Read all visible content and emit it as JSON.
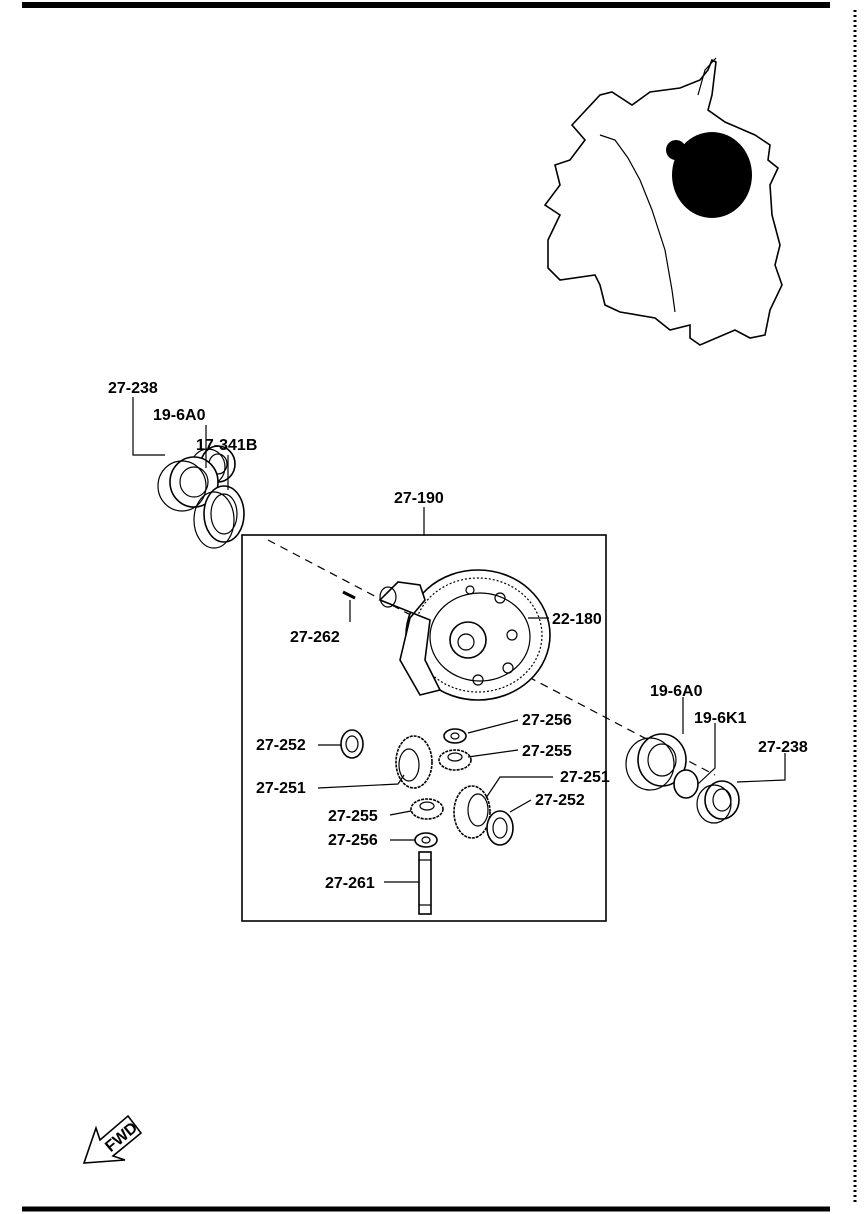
{
  "diagram": {
    "labels": {
      "bearing_left_seal": "27-238",
      "bearing_left": "19-6A0",
      "adjust_shim": "17-341B",
      "diff_assembly": "27-190",
      "ring_gear": "22-180",
      "pin": "27-262",
      "washer_top": "27-256",
      "pinion_top": "27-255",
      "thrust_left": "27-252",
      "side_gear_left": "27-251",
      "side_gear_right": "27-251",
      "thrust_right": "27-252",
      "pinion_bottom": "27-255",
      "washer_bottom": "27-256",
      "shaft": "27-261",
      "bearing_right": "19-6A0",
      "oring_right": "19-6K1",
      "seal_right": "27-238"
    },
    "fwd_label": "FWD"
  },
  "colors": {
    "ink": "#000000",
    "paper": "#ffffff"
  }
}
